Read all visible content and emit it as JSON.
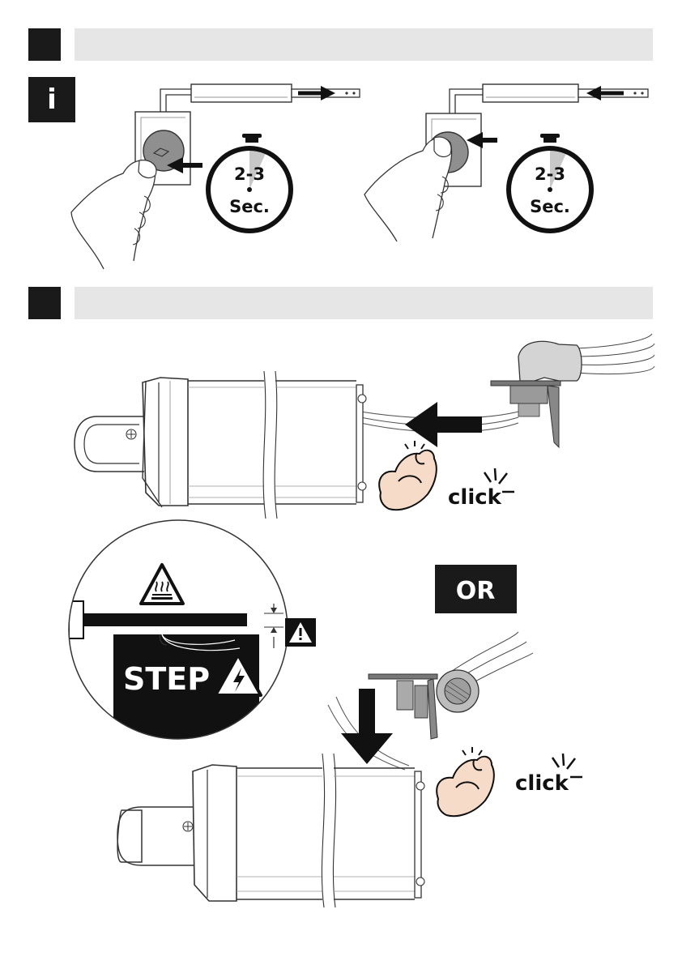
{
  "info_icon": {
    "label": "i"
  },
  "timer": {
    "duration": "2-3",
    "unit": "Sec."
  },
  "click_label": "click",
  "or_label": "OR",
  "step_label": "STEP",
  "icons": [
    "info-icon",
    "hot-surface-warning-icon",
    "caution-icon",
    "electrical-hazard-icon",
    "stopwatch-icon",
    "arrow-icon",
    "muscle-arm-icon",
    "click-sound-icon"
  ],
  "colors": {
    "dark": "#1a1a1a",
    "header_bar": "#e6e6e6",
    "timer_wedge": "#c8c8c8",
    "button": "#8f8f8f"
  }
}
